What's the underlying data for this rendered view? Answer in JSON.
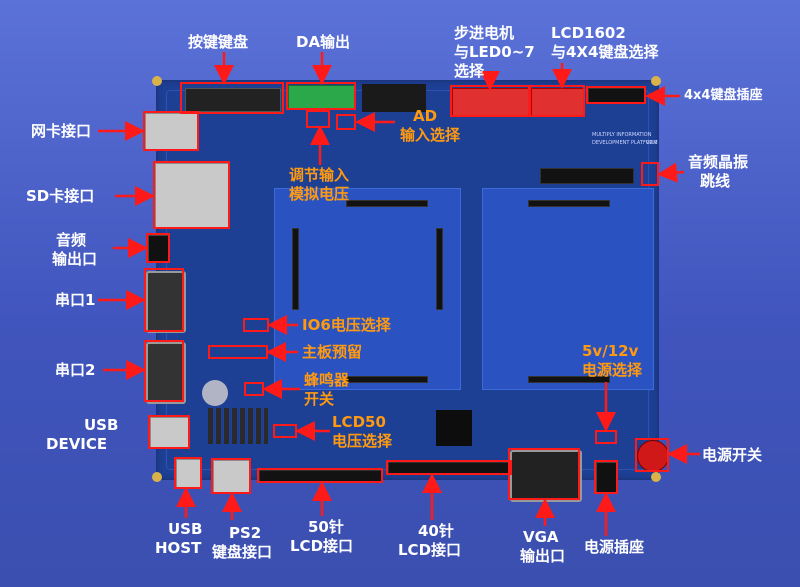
{
  "labels": {
    "keys": "按键键盘",
    "da_out": "DA输出",
    "stepper_l1": "步进电机",
    "stepper_l2": "与LED0~7",
    "stepper_l3": "选择",
    "lcd1602_l1": "LCD1602",
    "lcd1602_l2": "与4X4键盘选择",
    "keypad_socket": "4x4键盘插座",
    "ethernet": "网卡接口",
    "ad_l1": "AD",
    "ad_l2": "输入选择",
    "adj_l1": "调节输入",
    "adj_l2": "模拟电压",
    "audio_xtal_l1": "音频晶振",
    "audio_xtal_l2": "跳线",
    "sd": "SD卡接口",
    "audio_out_l1": "音频",
    "audio_out_l2": "输出口",
    "serial1": "串口1",
    "io6": "IO6电压选择",
    "mainboard": "主板预留",
    "serial2": "串口2",
    "buzzer_l1": "蜂鸣器",
    "buzzer_l2": "开关",
    "pwr_sel_l1": "5v/12v",
    "pwr_sel_l2": "电源选择",
    "lcd50_l1": "LCD50",
    "lcd50_l2": "电压选择",
    "usb_dev_l1": "USB",
    "usb_dev_l2": "DEVICE",
    "power_switch": "电源开关",
    "usb_host_l1": "USB",
    "usb_host_l2": "HOST",
    "ps2_l1": "PS2",
    "ps2_l2": "键盘接口",
    "lcd50pin_l1": "50针",
    "lcd50pin_l2": "LCD接口",
    "lcd40pin_l1": "40针",
    "lcd40pin_l2": "LCD接口",
    "vga_l1": "VGA",
    "vga_l2": "输出口",
    "power_socket": "电源插座"
  },
  "board_silkscreen": {
    "title_l1": "MULTIPLY INFORMATION",
    "title_l2": "DEVELOPMENT PLATFORM",
    "version": "V2.0"
  },
  "colors": {
    "background": "#4a62c6",
    "board": "#1d3f94",
    "callout_red": "#ff1a1a",
    "text_white": "#ffffff",
    "text_orange": "#ff9a10"
  }
}
